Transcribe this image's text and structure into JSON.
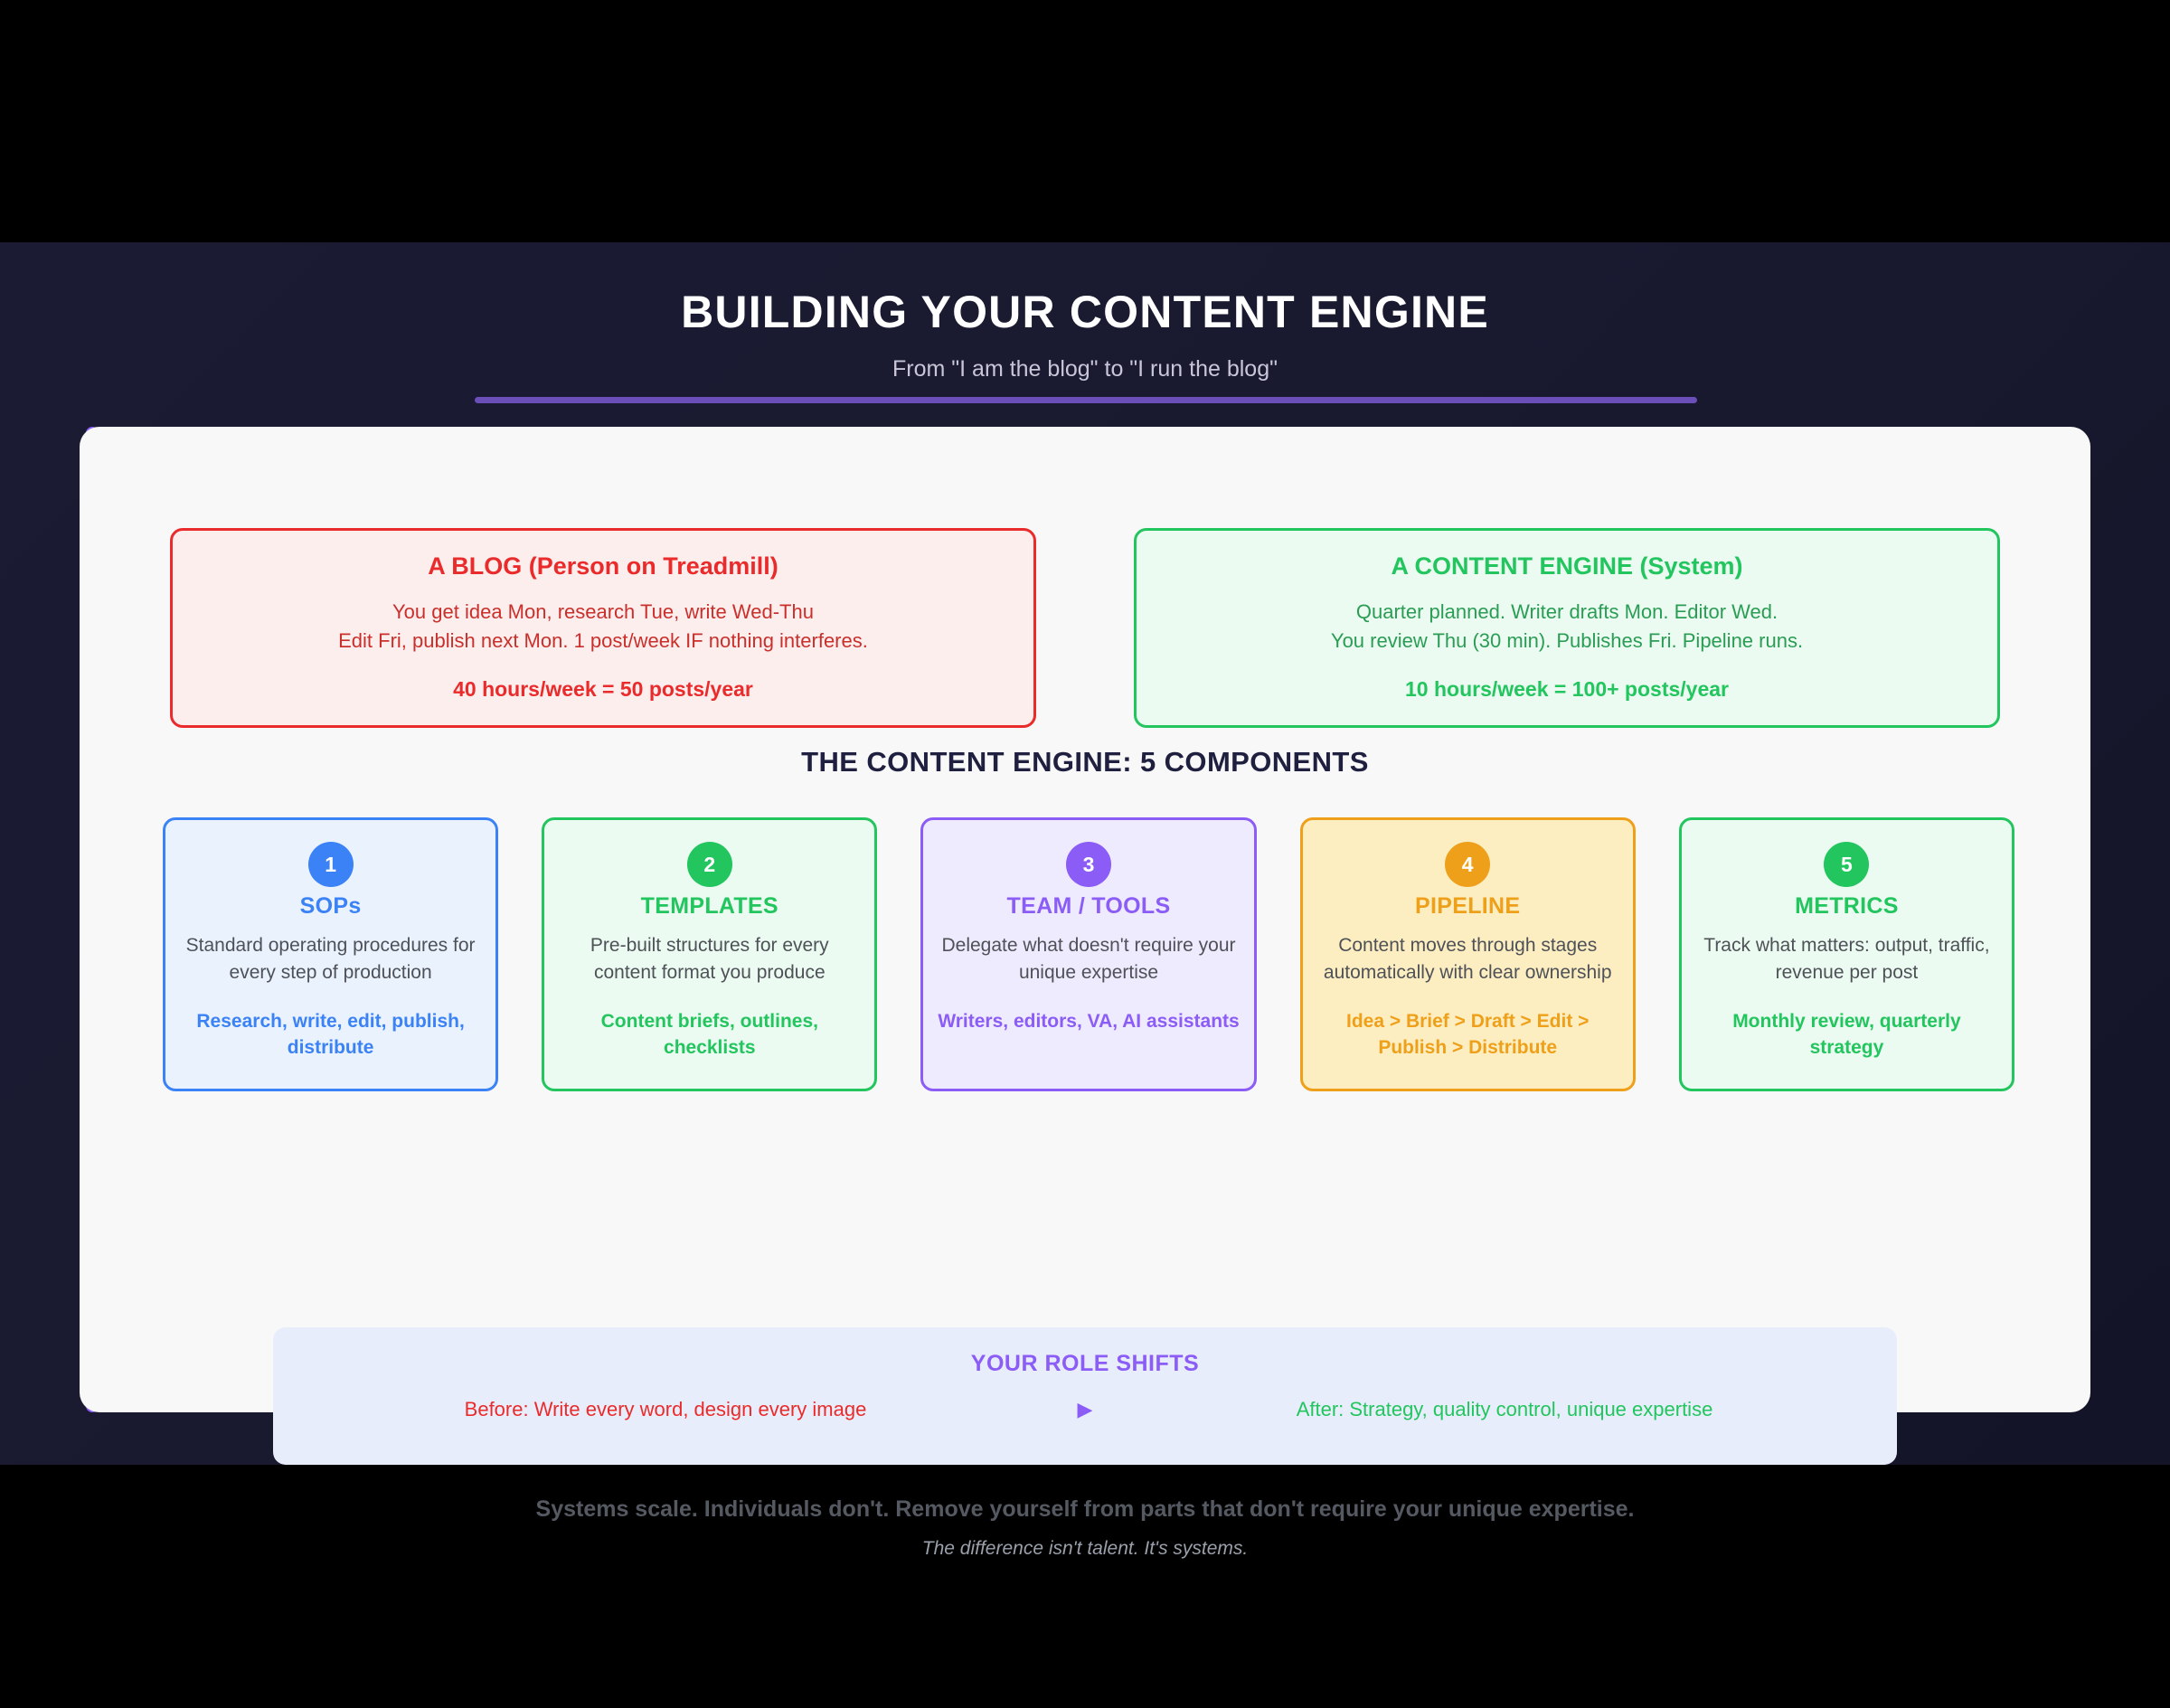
{
  "header": {
    "title": "BUILDING YOUR CONTENT ENGINE",
    "subtitle": "From \"I am the blog\" to \"I run the blog\""
  },
  "comparison": [
    {
      "id": "blog",
      "title": "A BLOG (Person on Treadmill)",
      "line1": "You get idea Mon, research Tue, write Wed-Thu",
      "line2": "Edit Fri, publish next Mon. 1 post/week IF nothing interferes.",
      "stat": "40 hours/week = 50 posts/year",
      "color": "#ea2b2b"
    },
    {
      "id": "engine",
      "title": "A CONTENT ENGINE (System)",
      "line1": "Quarter planned. Writer drafts Mon. Editor Wed.",
      "line2": "You review Thu (30 min). Publishes Fri. Pipeline runs.",
      "stat": "10 hours/week = 100+ posts/year",
      "color": "#22c55e"
    }
  ],
  "components_heading": "THE CONTENT ENGINE: 5 COMPONENTS",
  "components": [
    {
      "number": "1",
      "title": "SOPs",
      "desc": "Standard operating procedures for every step of production",
      "tag": "Research, write, edit, publish, distribute",
      "color": "#3b82f6"
    },
    {
      "number": "2",
      "title": "TEMPLATES",
      "desc": "Pre-built structures for every content format you produce",
      "tag": "Content briefs, outlines, checklists",
      "color": "#22c55e"
    },
    {
      "number": "3",
      "title": "TEAM / TOOLS",
      "desc": "Delegate what doesn't require your unique expertise",
      "tag": "Writers, editors, VA, AI assistants",
      "color": "#8b5cf6"
    },
    {
      "number": "4",
      "title": "PIPELINE",
      "desc": "Content moves through stages automatically with clear ownership",
      "tag": "Idea > Brief > Draft > Edit > Publish > Distribute",
      "color": "#efa01a"
    },
    {
      "number": "5",
      "title": "METRICS",
      "desc": "Track what matters: output, traffic, revenue per post",
      "tag": "Monthly review, quarterly strategy",
      "color": "#22c55e"
    }
  ],
  "role_shift": {
    "title": "YOUR ROLE SHIFTS",
    "before": "Before: Write every word, design every image",
    "arrow": "▶",
    "after": "After: Strategy, quality control, unique expertise"
  },
  "footer": {
    "main": "Systems scale. Individuals don't. Remove yourself from parts that don't require your unique expertise.",
    "sub": "The difference isn't talent. It's systems."
  },
  "theme": {
    "background": "#000000",
    "slide_background": "#1b1b33",
    "panel_background": "#f8f8f9",
    "accent": "#8b5cf6",
    "rule": "#6b4fb8"
  }
}
